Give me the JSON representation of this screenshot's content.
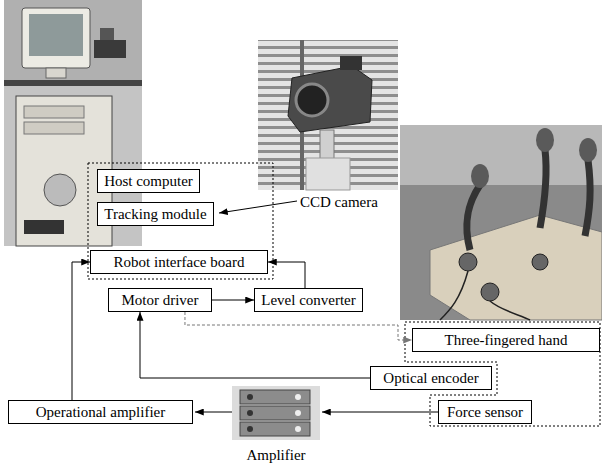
{
  "diagram": {
    "nodes": [
      {
        "text": [
          "Host computer"
        ]
      },
      {
        "text": [
          "Tracking module"
        ]
      },
      {
        "text": [
          "Robot interface board"
        ]
      },
      {
        "text": [
          "Motor driver"
        ]
      },
      {
        "text": [
          "Level converter"
        ]
      },
      {
        "text": [
          "Three-fingered hand"
        ]
      },
      {
        "text": [
          "Optical encoder"
        ]
      },
      {
        "text": [
          "Force sensor"
        ]
      },
      {
        "text": [
          "Operational amplifier"
        ]
      }
    ],
    "edges": [
      {
        "from": 3,
        "to": 4,
        "arrow": "to"
      },
      {
        "from": 4,
        "to": 2,
        "arrow": "to"
      },
      {
        "from": 3,
        "to": 5,
        "arrow": "to"
      },
      {
        "from": 6,
        "to": 3,
        "arrow": "to"
      },
      {
        "from": 8,
        "to": 2,
        "arrow": "to"
      }
    ],
    "labels": [
      "CCD camera",
      "Amplifier"
    ]
  }
}
